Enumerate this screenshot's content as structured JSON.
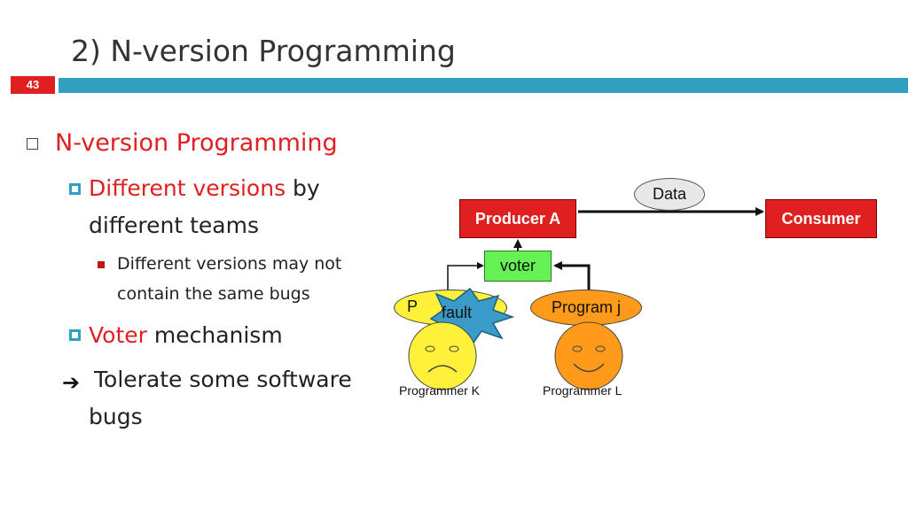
{
  "slide": {
    "title": "2) N-version Programming",
    "number": "43"
  },
  "colors": {
    "accent_red": "#e02020",
    "accent_blue": "#31a0c0",
    "voter_green": "#66f255",
    "program_j_orange": "#ff9a1a",
    "program_k_yellow": "#fff03a",
    "fault_blue": "#3a9bc8"
  },
  "bullets": {
    "main": "N-version Programming",
    "sub1_red": "Different versions",
    "sub1_rest_a": " by",
    "sub1_rest_b": "different teams",
    "subsub1_a": "Different versions may not",
    "subsub1_b": "contain the same bugs",
    "sub2_red": "Voter",
    "sub2_rest": " mechanism",
    "conclusion_a": "Tolerate some software",
    "conclusion_b": "bugs"
  },
  "diagram": {
    "producer": "Producer A",
    "consumer": "Consumer",
    "data": "Data",
    "voter": "voter",
    "program_j": "Program j",
    "program_k_partial": "P",
    "fault": "fault",
    "programmer_k": "Programmer K",
    "programmer_l": "Programmer L",
    "icons": [
      "arrow-right-icon",
      "sad-face-icon",
      "smiley-face-icon",
      "fault-burst-icon"
    ]
  }
}
